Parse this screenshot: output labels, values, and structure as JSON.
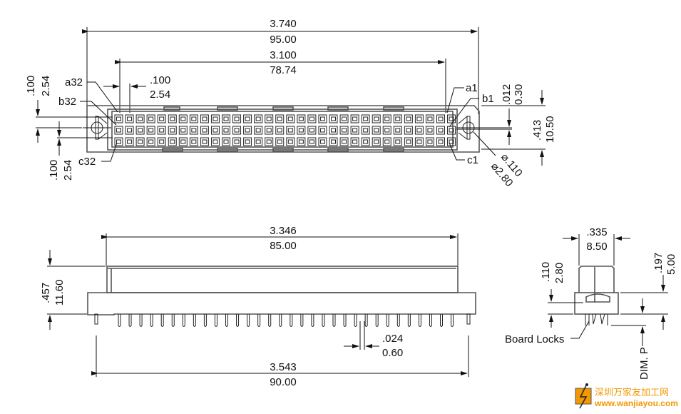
{
  "top_view": {
    "overall_in": "3.740",
    "overall_mm": "95.00",
    "pin_span_in": "3.100",
    "pin_span_mm": "78.74",
    "pitch_in": ".100",
    "pitch_mm": "2.54",
    "row_pitch_top_in": ".100",
    "row_pitch_top_mm": "2.54",
    "row_pitch_bottom_in": ".100",
    "row_pitch_bottom_mm": "2.54",
    "offset_in": ".012",
    "offset_mm": "0.30",
    "height_in": ".413",
    "height_mm": "10.50",
    "hole_in": "⌀.110",
    "hole_mm": "⌀2.80",
    "pin_labels": {
      "a32": "a32",
      "b32": "b32",
      "c32": "c32",
      "a1": "a1",
      "b1": "b1",
      "c1": "c1"
    }
  },
  "front_view": {
    "body_in": "3.346",
    "body_mm": "85.00",
    "height_in": ".457",
    "height_mm": "11.60",
    "pin_width_in": ".024",
    "pin_width_mm": "0.60",
    "overall_in": "3.543",
    "overall_mm": "90.00"
  },
  "side_view": {
    "width_in": ".335",
    "width_mm": "8.50",
    "lock_in": ".110",
    "lock_mm": "2.80",
    "flange_in": ".197",
    "flange_mm": "5.00",
    "board_locks_label": "Board Locks",
    "dim_p_label": "DIM. P"
  },
  "watermark": {
    "name": "深圳万家友加工网",
    "url": "www.wanjiayou.com"
  },
  "colors": {
    "line": "#111111",
    "outline": "#555555",
    "logo": "#f39800"
  }
}
